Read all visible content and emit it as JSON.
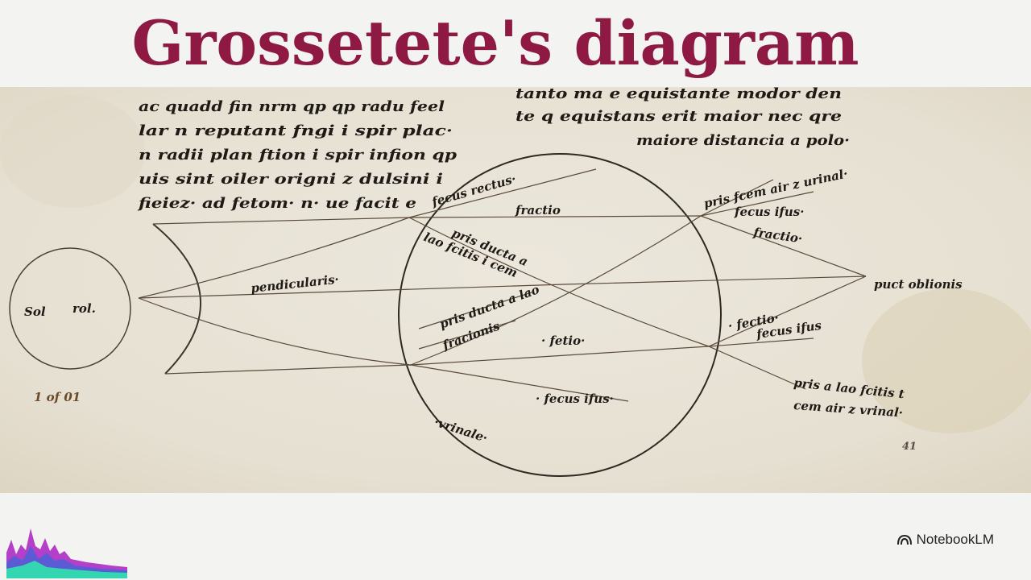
{
  "slide": {
    "title": "Grossetete's diagram"
  },
  "manuscript": {
    "text_block_left": [
      "ac quadd fin nrm qp qp radu feel",
      "lar n reputant fngi i spir plac·",
      "n radii plan ftion i spir infion qp",
      "uis sint oiler origni z dulsini i",
      "fieiez· ad fetom· n· ue facit e"
    ],
    "text_block_right": [
      "tanto ma e equistante modor den",
      "te q equistans erit maior nec qre",
      "maiore distancia a polo·"
    ],
    "labels": {
      "sun_left": "Sol",
      "sun_right": "rol.",
      "under_sun": "1 of 01",
      "pendicularis": "pendicularis·",
      "secus_rectus": "fecus rectus·",
      "fractio_top": "fractio",
      "ducta_1a": "pris ducta a",
      "ducta_1b": "lao fcitis i cem",
      "ducta_2a": "pris ducta a lao",
      "ducta_2b": "fracionis",
      "fractio_center": "· fetio·",
      "secus_ifus_bottom": "· fecus ifus·",
      "vrinale": "·vrinale·",
      "right_top_1": "pris fcem air z urinal·",
      "right_top_2": "fecus ifus·",
      "right_fractio": "fractio·",
      "punctus": "puct oblionis",
      "right_fectio": "· fectio·",
      "right_secus": "fecus ifus",
      "right_bottom_1": "pris a lao fcitis t",
      "right_bottom_2": "cem air z vrinal·",
      "page_number": "41"
    }
  },
  "brand": {
    "name": "NotebookLM"
  }
}
